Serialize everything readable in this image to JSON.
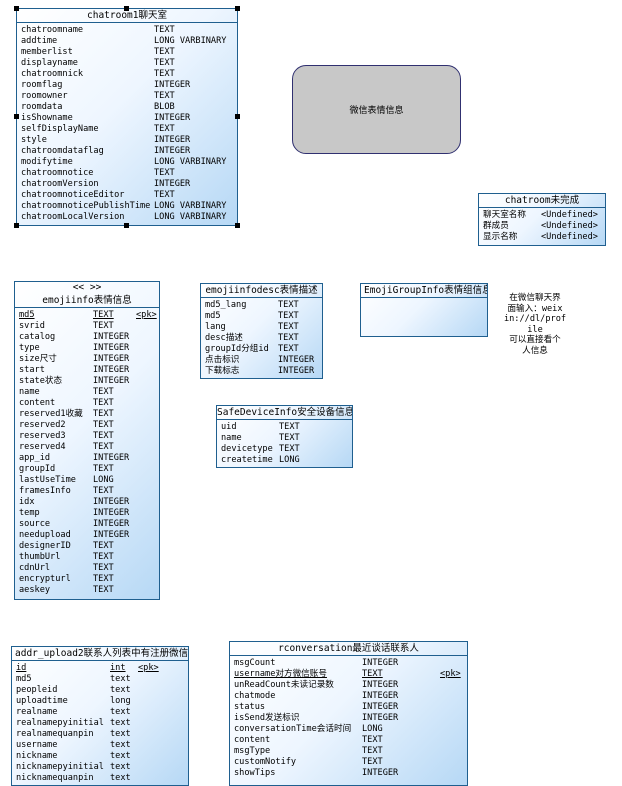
{
  "chatroom": {
    "title": "chatroom1聊天室",
    "rows": [
      {
        "name": "chatroomname",
        "type": "TEXT"
      },
      {
        "name": "addtime",
        "type": "LONG VARBINARY"
      },
      {
        "name": "memberlist",
        "type": "TEXT"
      },
      {
        "name": "displayname",
        "type": "TEXT"
      },
      {
        "name": "chatroomnick",
        "type": "TEXT"
      },
      {
        "name": "roomflag",
        "type": "INTEGER"
      },
      {
        "name": "roomowner",
        "type": "TEXT"
      },
      {
        "name": "roomdata",
        "type": "BLOB"
      },
      {
        "name": "isShowname",
        "type": "INTEGER"
      },
      {
        "name": "selfDisplayName",
        "type": "TEXT"
      },
      {
        "name": "style",
        "type": "INTEGER"
      },
      {
        "name": "chatroomdataflag",
        "type": "INTEGER"
      },
      {
        "name": "modifytime",
        "type": "LONG VARBINARY"
      },
      {
        "name": "chatroomnotice",
        "type": "TEXT"
      },
      {
        "name": "chatroomVersion",
        "type": "INTEGER"
      },
      {
        "name": "chatroomnoticeEditor",
        "type": "TEXT"
      },
      {
        "name": "chatroomnoticePublishTime",
        "type": "LONG VARBINARY"
      },
      {
        "name": "chatroomLocalVersion",
        "type": "LONG VARBINARY"
      }
    ]
  },
  "emoji_box": {
    "label": "微信表情信息"
  },
  "chatroom_incomplete": {
    "title": "chatroom未完成",
    "rows": [
      {
        "name": "聊天室名称",
        "type": "<Undefined>"
      },
      {
        "name": "群成员",
        "type": "<Undefined>"
      },
      {
        "name": "显示名称",
        "type": "<Undefined>"
      }
    ]
  },
  "emojiinfo": {
    "stereotype": "<<    >>",
    "title": "emojiinfo表情信息",
    "rows": [
      {
        "name": "md5",
        "type": "TEXT",
        "pk": "<pk>"
      },
      {
        "name": "svrid",
        "type": "TEXT"
      },
      {
        "name": "catalog",
        "type": "INTEGER"
      },
      {
        "name": "type",
        "type": "INTEGER"
      },
      {
        "name": "size尺寸",
        "type": "INTEGER"
      },
      {
        "name": "start",
        "type": "INTEGER"
      },
      {
        "name": "state状态",
        "type": "INTEGER"
      },
      {
        "name": "name",
        "type": "TEXT"
      },
      {
        "name": "content",
        "type": "TEXT"
      },
      {
        "name": "reserved1收藏",
        "type": "TEXT"
      },
      {
        "name": "reserved2",
        "type": "TEXT"
      },
      {
        "name": "reserved3",
        "type": "TEXT"
      },
      {
        "name": "reserved4",
        "type": "TEXT"
      },
      {
        "name": "app_id",
        "type": "INTEGER"
      },
      {
        "name": "groupId",
        "type": "TEXT"
      },
      {
        "name": "lastUseTime",
        "type": "LONG"
      },
      {
        "name": "framesInfo",
        "type": "TEXT"
      },
      {
        "name": "idx",
        "type": "INTEGER"
      },
      {
        "name": "temp",
        "type": "INTEGER"
      },
      {
        "name": "source",
        "type": "INTEGER"
      },
      {
        "name": "needupload",
        "type": "INTEGER"
      },
      {
        "name": "designerID",
        "type": "TEXT"
      },
      {
        "name": "thumbUrl",
        "type": "TEXT"
      },
      {
        "name": "cdnUrl",
        "type": "TEXT"
      },
      {
        "name": "encrypturl",
        "type": "TEXT"
      },
      {
        "name": "aeskey",
        "type": "TEXT"
      }
    ]
  },
  "emojiinfodesc": {
    "title": "emojiinfodesc表情描述",
    "rows": [
      {
        "name": "md5_lang",
        "type": "TEXT"
      },
      {
        "name": "md5",
        "type": "TEXT"
      },
      {
        "name": "lang",
        "type": "TEXT"
      },
      {
        "name": "desc描述",
        "type": "TEXT"
      },
      {
        "name": "groupId分组id",
        "type": "TEXT"
      },
      {
        "name": "点击标识",
        "type": "INTEGER"
      },
      {
        "name": "下载标志",
        "type": "INTEGER"
      }
    ]
  },
  "emojigroupinfo": {
    "title": "EmojiGroupInfo表情组信息"
  },
  "note": {
    "text": "在微信聊天界\n面输入：weix\nin://dl/prof\nile\n可以直接看个\n人信息"
  },
  "safedevice": {
    "title": "SafeDeviceInfo安全设备信息",
    "rows": [
      {
        "name": "uid",
        "type": "TEXT"
      },
      {
        "name": "name",
        "type": "TEXT"
      },
      {
        "name": "devicetype",
        "type": "TEXT"
      },
      {
        "name": "createtime",
        "type": "LONG"
      }
    ]
  },
  "addr_upload": {
    "title": "addr_upload2联系人列表中有注册微信",
    "rows": [
      {
        "name": "id",
        "type": "int",
        "pk": "<pk>"
      },
      {
        "name": "md5",
        "type": "text"
      },
      {
        "name": "peopleid",
        "type": "text"
      },
      {
        "name": "uploadtime",
        "type": "long"
      },
      {
        "name": "realname",
        "type": "text"
      },
      {
        "name": "realnamepyinitial",
        "type": "text"
      },
      {
        "name": "realnamequanpin",
        "type": "text"
      },
      {
        "name": "username",
        "type": "text"
      },
      {
        "name": "nickname",
        "type": "text"
      },
      {
        "name": "nicknamepyinitial",
        "type": "text"
      },
      {
        "name": "nicknamequanpin",
        "type": "text"
      }
    ]
  },
  "rconversation": {
    "title": "rconversation最近谈话联系人",
    "rows": [
      {
        "name": "msgCount",
        "type": "INTEGER"
      },
      {
        "name": "username对方微信账号",
        "type": "TEXT",
        "pk": "<pk>"
      },
      {
        "name": "unReadCount未读记录数",
        "type": "INTEGER"
      },
      {
        "name": "chatmode",
        "type": "INTEGER"
      },
      {
        "name": "status",
        "type": "INTEGER"
      },
      {
        "name": "isSend发送标识",
        "type": "INTEGER"
      },
      {
        "name": "conversationTime会话时间",
        "type": "LONG"
      },
      {
        "name": "content",
        "type": "TEXT"
      },
      {
        "name": "msgType",
        "type": "TEXT"
      },
      {
        "name": "customNotify",
        "type": "TEXT"
      },
      {
        "name": "showTips",
        "type": "INTEGER"
      }
    ]
  }
}
